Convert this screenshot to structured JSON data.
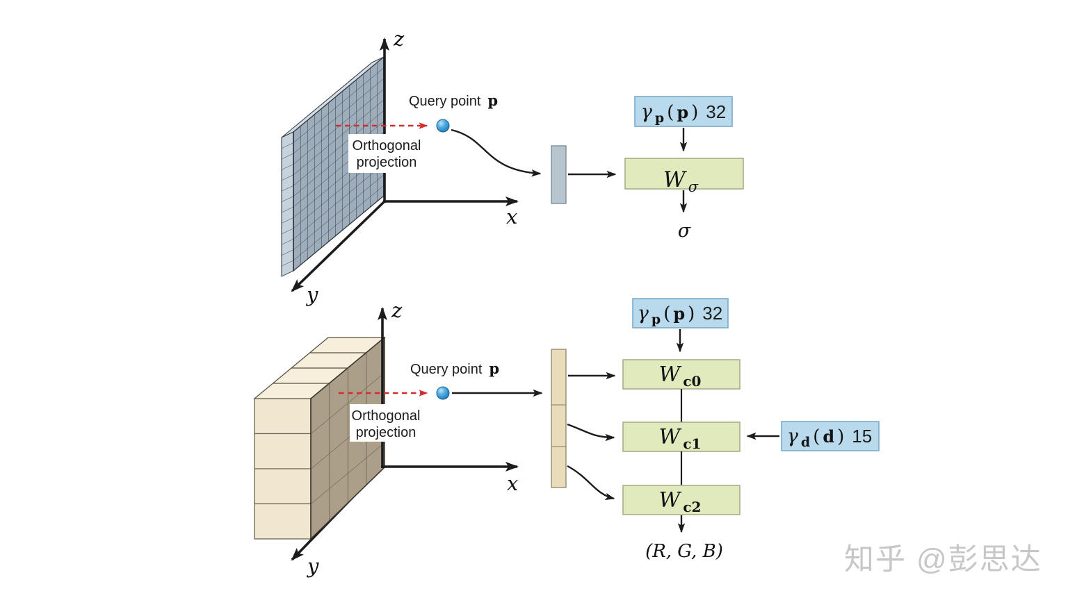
{
  "colors": {
    "fine_plane_face": "#9dadbc",
    "fine_plane_side": "#c6d2dc",
    "fine_plane_top": "#d4dee7",
    "coarse_plane_face": "#ab9f8a",
    "coarse_plane_side": "#f1e7d1",
    "coarse_plane_top": "#f7efdc",
    "encoding_box_fill": "#b9d9ec",
    "encoding_box_border": "#7aaac9",
    "mlp_box_fill": "#e0eabd",
    "mlp_box_border": "#a9ae89",
    "feature_bar_top_fill": "#b7c5ce",
    "feature_bar_bottom_fill": "#e9dcba",
    "query_point_fill": "#2f96d9",
    "projection_arrow_color": "#cf2f2f",
    "line_color": "#1c1c1c",
    "watermark_color": "#c7c7c7"
  },
  "top_diagram": {
    "axis_labels": {
      "x": "x",
      "y": "y",
      "z": "z"
    },
    "query_point": {
      "label": "Query point",
      "symbol": "p"
    },
    "projection_label": {
      "line1": "Orthogonal",
      "line2": "projection"
    },
    "position_encoding": {
      "symbol": "γ",
      "subscript": "p",
      "arg_open": "(",
      "arg": "p",
      "arg_close": ")",
      "dims": "32"
    },
    "mlp": {
      "symbol": "W",
      "subscript": "σ"
    },
    "output": {
      "symbol": "σ"
    }
  },
  "bottom_diagram": {
    "axis_labels": {
      "x": "x",
      "y": "y",
      "z": "z"
    },
    "query_point": {
      "label": "Query point",
      "symbol": "p"
    },
    "projection_label": {
      "line1": "Orthogonal",
      "line2": "projection"
    },
    "position_encoding": {
      "symbol": "γ",
      "subscript": "p",
      "arg_open": "(",
      "arg": "p",
      "arg_close": ")",
      "dims": "32"
    },
    "direction_encoding": {
      "symbol": "γ",
      "subscript": "d",
      "arg_open": "(",
      "arg": "d",
      "arg_close": ")",
      "dims": "15"
    },
    "mlps": [
      {
        "symbol": "W",
        "subscript": "c0"
      },
      {
        "symbol": "W",
        "subscript": "c1"
      },
      {
        "symbol": "W",
        "subscript": "c2"
      }
    ],
    "output": {
      "label": "(R, G, B)"
    }
  },
  "watermark": {
    "text": "知乎 @彭思达"
  }
}
